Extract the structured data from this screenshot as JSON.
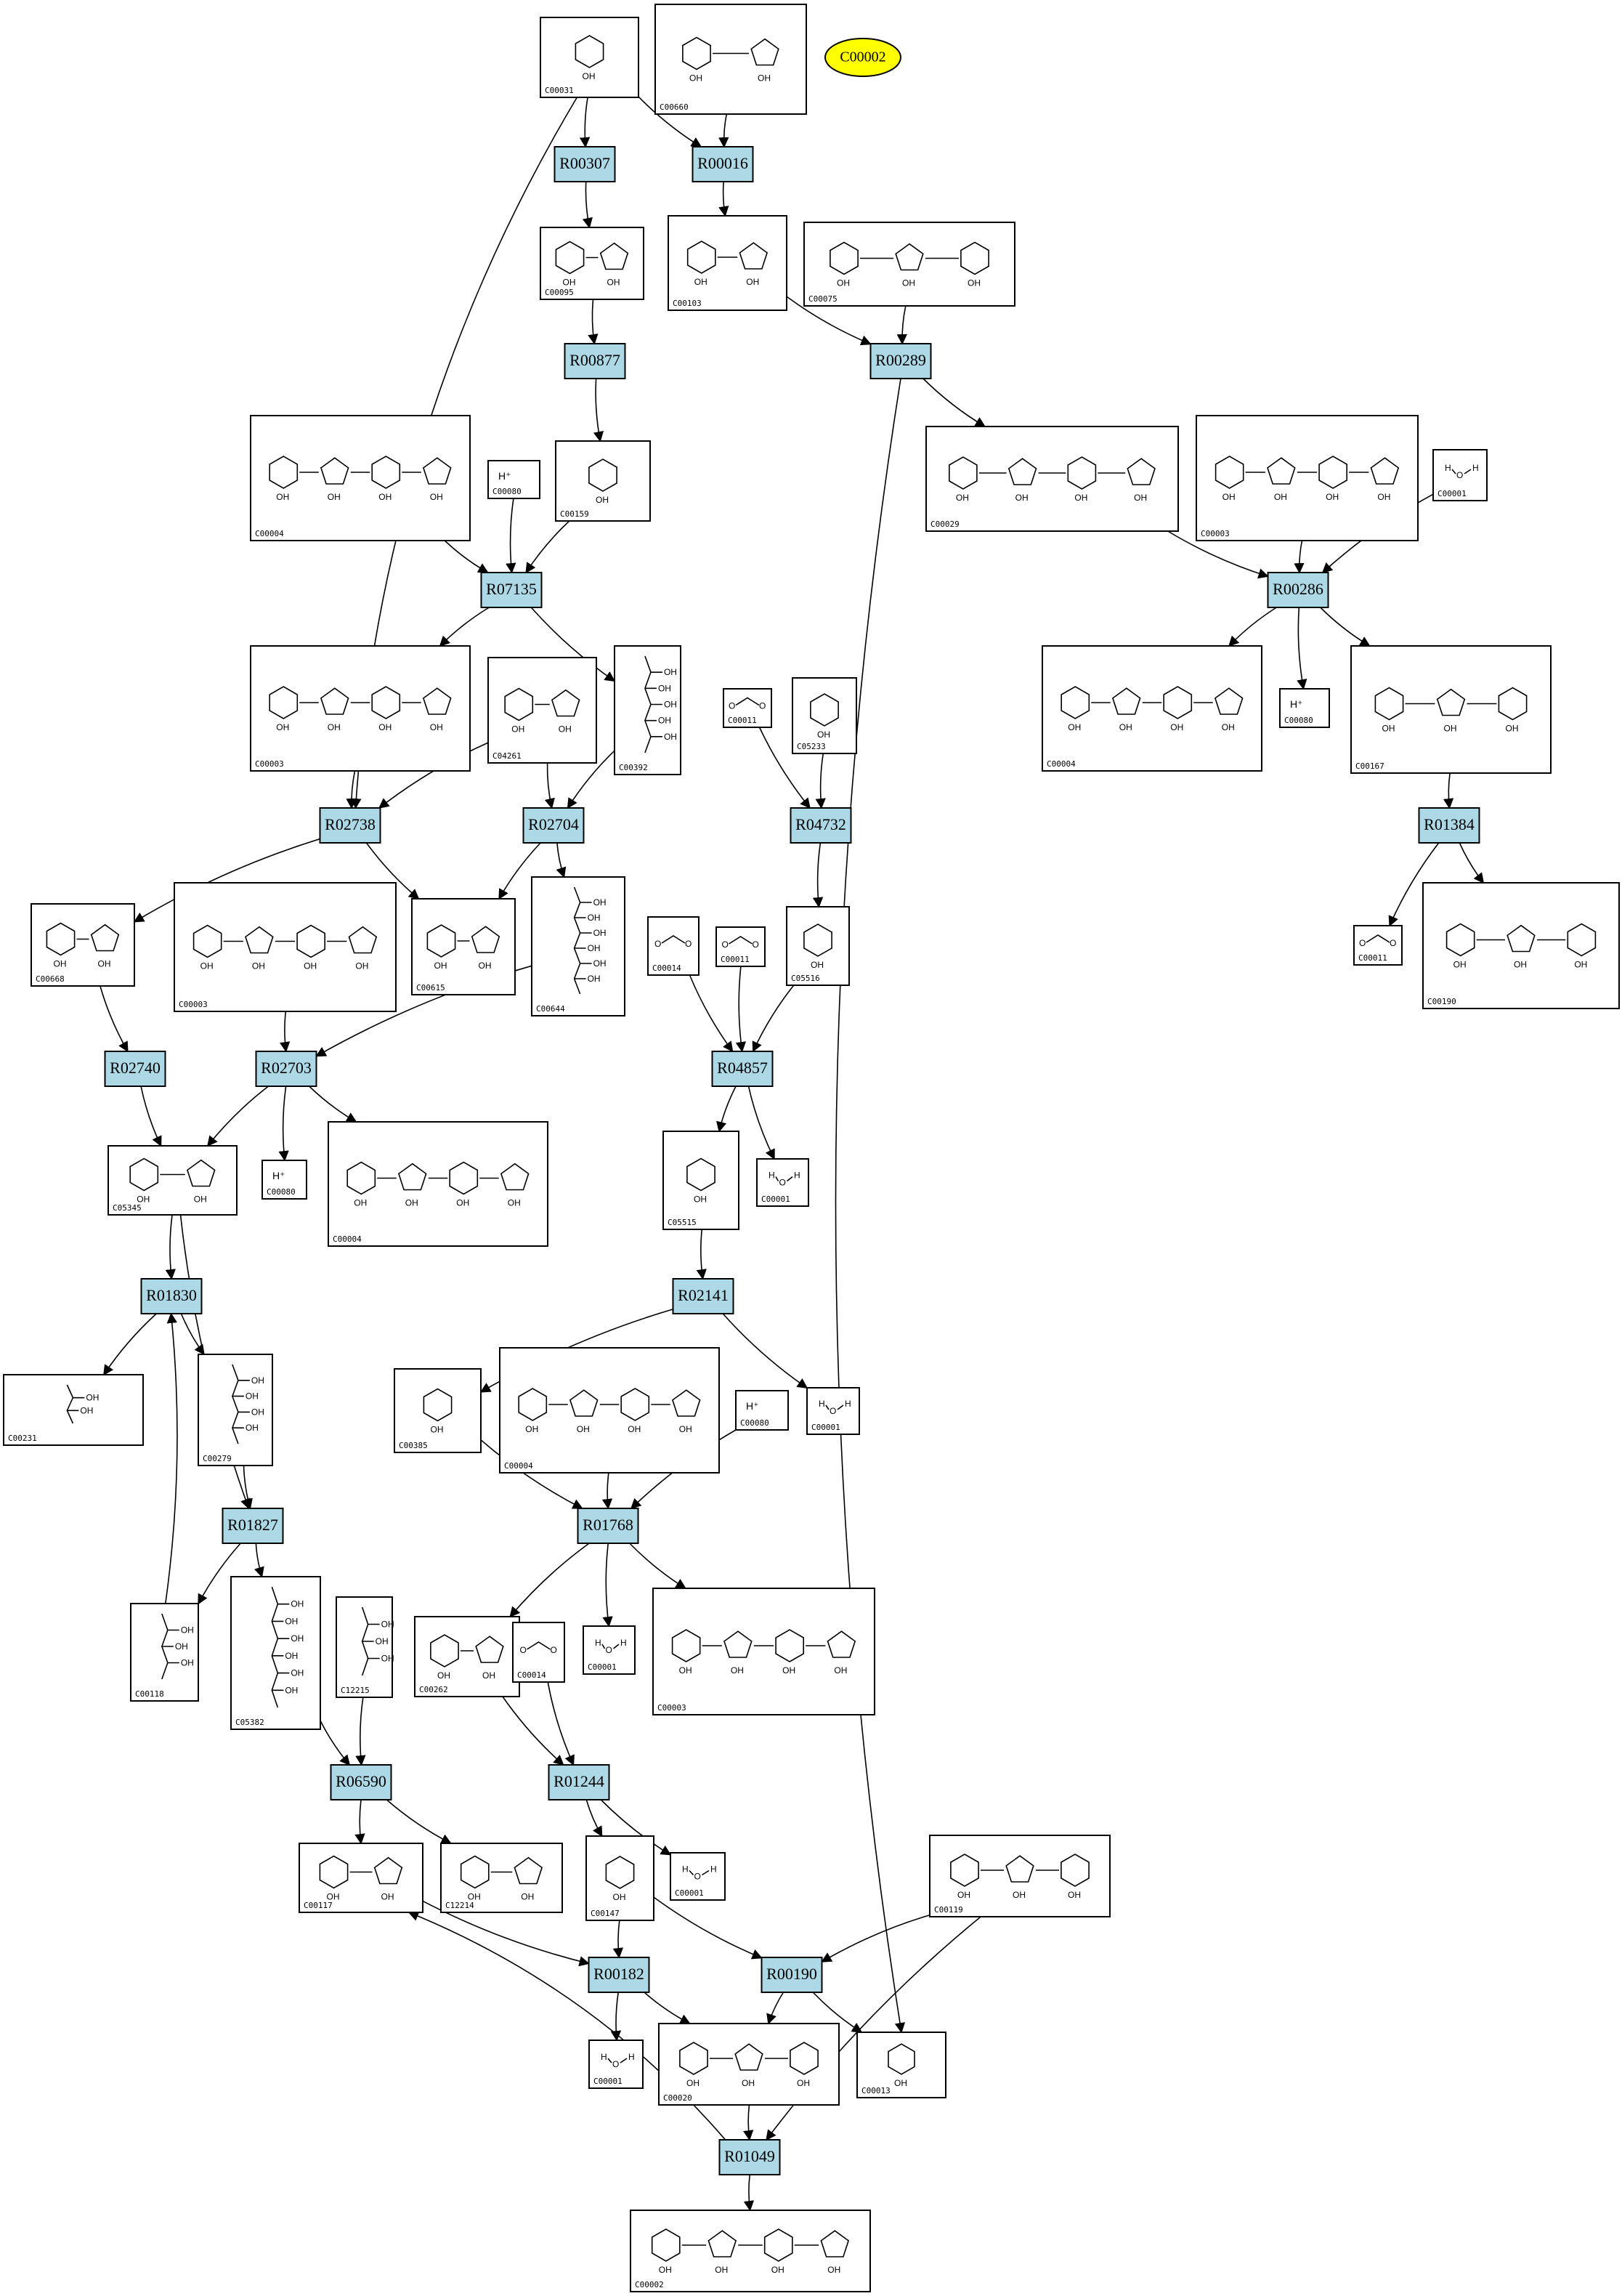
{
  "highlight": {
    "id": "C00002",
    "color": "#ffff00"
  },
  "colors": {
    "reaction_fill": "#add8e6",
    "compound_fill": "#ffffff",
    "stroke": "#000000"
  },
  "reactions": [
    {
      "id": "R00307"
    },
    {
      "id": "R00016"
    },
    {
      "id": "R00877"
    },
    {
      "id": "R00289"
    },
    {
      "id": "R07135"
    },
    {
      "id": "R00286"
    },
    {
      "id": "R02738"
    },
    {
      "id": "R02704"
    },
    {
      "id": "R04732"
    },
    {
      "id": "R01384"
    },
    {
      "id": "R02740"
    },
    {
      "id": "R02703"
    },
    {
      "id": "R04857"
    },
    {
      "id": "R01830"
    },
    {
      "id": "R02141"
    },
    {
      "id": "R01827"
    },
    {
      "id": "R01768"
    },
    {
      "id": "R06590"
    },
    {
      "id": "R01244"
    },
    {
      "id": "R00182"
    },
    {
      "id": "R00190"
    },
    {
      "id": "R01049"
    }
  ],
  "compounds": [
    {
      "id": "C00031",
      "label": "C00031",
      "kind": "ring"
    },
    {
      "id": "C00660",
      "label": "C00660",
      "kind": "ring"
    },
    {
      "id": "C00095",
      "label": "C00095",
      "kind": "ring"
    },
    {
      "id": "C00103",
      "label": "C00103",
      "kind": "ring"
    },
    {
      "id": "C00075",
      "label": "C00075",
      "kind": "ring"
    },
    {
      "id": "C00004a",
      "label": "C00004",
      "kind": "ring"
    },
    {
      "id": "C00080a",
      "label": "C00080",
      "kind": "ion",
      "text": "H⁺"
    },
    {
      "id": "C00159",
      "label": "C00159",
      "kind": "ring"
    },
    {
      "id": "C00029",
      "label": "C00029",
      "kind": "ring"
    },
    {
      "id": "C00003a",
      "label": "C00003",
      "kind": "ring"
    },
    {
      "id": "C00001a",
      "label": "C00001",
      "kind": "water"
    },
    {
      "id": "C00003b",
      "label": "C00003",
      "kind": "ring"
    },
    {
      "id": "C04261",
      "label": "C04261",
      "kind": "ring"
    },
    {
      "id": "C00392",
      "label": "C00392",
      "kind": "chain"
    },
    {
      "id": "C00011a",
      "label": "C00011",
      "kind": "small"
    },
    {
      "id": "C05233",
      "label": "C05233",
      "kind": "ring"
    },
    {
      "id": "C00004b",
      "label": "C00004",
      "kind": "ring"
    },
    {
      "id": "C00080b",
      "label": "C00080",
      "kind": "ion",
      "text": "H⁺"
    },
    {
      "id": "C00167",
      "label": "C00167",
      "kind": "ring"
    },
    {
      "id": "C00668",
      "label": "C00668",
      "kind": "ring"
    },
    {
      "id": "C00003c",
      "label": "C00003",
      "kind": "ring"
    },
    {
      "id": "C00615",
      "label": "C00615",
      "kind": "ring"
    },
    {
      "id": "C00644",
      "label": "C00644",
      "kind": "chain"
    },
    {
      "id": "C00014a",
      "label": "C00014",
      "kind": "small"
    },
    {
      "id": "C00011b",
      "label": "C00011",
      "kind": "small"
    },
    {
      "id": "C05516",
      "label": "C05516",
      "kind": "ring"
    },
    {
      "id": "C00011c",
      "label": "C00011",
      "kind": "small"
    },
    {
      "id": "C00190",
      "label": "C00190",
      "kind": "ring"
    },
    {
      "id": "C05345",
      "label": "C05345",
      "kind": "ring"
    },
    {
      "id": "C00080c",
      "label": "C00080",
      "kind": "ion",
      "text": "H⁺"
    },
    {
      "id": "C00004c",
      "label": "C00004",
      "kind": "ring"
    },
    {
      "id": "C05515",
      "label": "C05515",
      "kind": "ring"
    },
    {
      "id": "C00001b",
      "label": "C00001",
      "kind": "water"
    },
    {
      "id": "C00231",
      "label": "C00231",
      "kind": "chain"
    },
    {
      "id": "C00279",
      "label": "C00279",
      "kind": "chain"
    },
    {
      "id": "C00385",
      "label": "C00385",
      "kind": "ring"
    },
    {
      "id": "C00004d",
      "label": "C00004",
      "kind": "ring"
    },
    {
      "id": "C00080d",
      "label": "C00080",
      "kind": "ion",
      "text": "H⁺"
    },
    {
      "id": "C00001c",
      "label": "C00001",
      "kind": "water"
    },
    {
      "id": "C00118",
      "label": "C00118",
      "kind": "chain"
    },
    {
      "id": "C05382",
      "label": "C05382",
      "kind": "chain"
    },
    {
      "id": "C12215",
      "label": "C12215",
      "kind": "chain"
    },
    {
      "id": "C00262",
      "label": "C00262",
      "kind": "ring"
    },
    {
      "id": "C00014b",
      "label": "C00014",
      "kind": "small"
    },
    {
      "id": "C00001d",
      "label": "C00001",
      "kind": "water"
    },
    {
      "id": "C00003d",
      "label": "C00003",
      "kind": "ring"
    },
    {
      "id": "C00117",
      "label": "C00117",
      "kind": "ring"
    },
    {
      "id": "C12214",
      "label": "C12214",
      "kind": "ring"
    },
    {
      "id": "C00147",
      "label": "C00147",
      "kind": "ring"
    },
    {
      "id": "C00001e",
      "label": "C00001",
      "kind": "water"
    },
    {
      "id": "C00119",
      "label": "C00119",
      "kind": "ring"
    },
    {
      "id": "C00001f",
      "label": "C00001",
      "kind": "water"
    },
    {
      "id": "C00020",
      "label": "C00020",
      "kind": "ring"
    },
    {
      "id": "C00013",
      "label": "C00013",
      "kind": "ring"
    },
    {
      "id": "C00002",
      "label": "C00002",
      "kind": "ring"
    }
  ],
  "edges": [
    [
      "C00031",
      "R00307"
    ],
    [
      "C00031",
      "R00016"
    ],
    [
      "C00660",
      "R00016"
    ],
    [
      "C00031",
      "R02738"
    ],
    [
      "R00307",
      "C00095"
    ],
    [
      "R00016",
      "C00103"
    ],
    [
      "C00095",
      "R00877"
    ],
    [
      "C00103",
      "R00289"
    ],
    [
      "C00075",
      "R00289"
    ],
    [
      "R00877",
      "C00159"
    ],
    [
      "R00289",
      "C00029"
    ],
    [
      "R00289",
      "C00013"
    ],
    [
      "C00004a",
      "R07135"
    ],
    [
      "C00080a",
      "R07135"
    ],
    [
      "C00159",
      "R07135"
    ],
    [
      "R07135",
      "C00003b"
    ],
    [
      "R07135",
      "C00392"
    ],
    [
      "C00029",
      "R00286"
    ],
    [
      "C00003a",
      "R00286"
    ],
    [
      "C00001a",
      "R00286"
    ],
    [
      "R00286",
      "C00004b"
    ],
    [
      "R00286",
      "C00080b"
    ],
    [
      "R00286",
      "C00167"
    ],
    [
      "C00003b",
      "R02738"
    ],
    [
      "C04261",
      "R02738"
    ],
    [
      "C04261",
      "R02704"
    ],
    [
      "C00392",
      "R02704"
    ],
    [
      "C00011a",
      "R04732"
    ],
    [
      "C05233",
      "R04732"
    ],
    [
      "C00167",
      "R01384"
    ],
    [
      "R02738",
      "C00668"
    ],
    [
      "R02738",
      "C00615"
    ],
    [
      "R02704",
      "C00615"
    ],
    [
      "R02704",
      "C00644"
    ],
    [
      "R04732",
      "C05516"
    ],
    [
      "R01384",
      "C00011c"
    ],
    [
      "R01384",
      "C00190"
    ],
    [
      "C00668",
      "R02740"
    ],
    [
      "C00003c",
      "R02703"
    ],
    [
      "C00644",
      "R02703"
    ],
    [
      "C00014a",
      "R04857"
    ],
    [
      "C00011b",
      "R04857"
    ],
    [
      "C05516",
      "R04857"
    ],
    [
      "R02740",
      "C05345"
    ],
    [
      "R02703",
      "C05345"
    ],
    [
      "R02703",
      "C00080c"
    ],
    [
      "R02703",
      "C00004c"
    ],
    [
      "R04857",
      "C05515"
    ],
    [
      "R04857",
      "C00001b"
    ],
    [
      "C05345",
      "R01830"
    ],
    [
      "C05345",
      "R01827"
    ],
    [
      "C05515",
      "R02141"
    ],
    [
      "R01830",
      "C00231"
    ],
    [
      "R01830",
      "C00279"
    ],
    [
      "C00118",
      "R01830"
    ],
    [
      "R02141",
      "C00385"
    ],
    [
      "R02141",
      "C00001c"
    ],
    [
      "C00279",
      "R01827"
    ],
    [
      "R01827",
      "C00118"
    ],
    [
      "R01827",
      "C05382"
    ],
    [
      "C00385",
      "R01768"
    ],
    [
      "C00004d",
      "R01768"
    ],
    [
      "C00080d",
      "R01768"
    ],
    [
      "R01768",
      "C00262"
    ],
    [
      "R01768",
      "C00001d"
    ],
    [
      "R01768",
      "C00003d"
    ],
    [
      "C05382",
      "R06590"
    ],
    [
      "C12215",
      "R06590"
    ],
    [
      "R06590",
      "C00117"
    ],
    [
      "R06590",
      "C12214"
    ],
    [
      "C00262",
      "R01244"
    ],
    [
      "C00014b",
      "R01244"
    ],
    [
      "R01244",
      "C00147"
    ],
    [
      "R01244",
      "C00001e"
    ],
    [
      "C00117",
      "R00182"
    ],
    [
      "C00147",
      "R00182"
    ],
    [
      "C00147",
      "R00190"
    ],
    [
      "C00119",
      "R00190"
    ],
    [
      "C00119",
      "R01049"
    ],
    [
      "R00182",
      "C00001f"
    ],
    [
      "R00182",
      "C00020"
    ],
    [
      "R00190",
      "C00020"
    ],
    [
      "R00190",
      "C00013"
    ],
    [
      "C00020",
      "R01049"
    ],
    [
      "R01049",
      "C00002"
    ],
    [
      "R01049",
      "C00117"
    ]
  ]
}
